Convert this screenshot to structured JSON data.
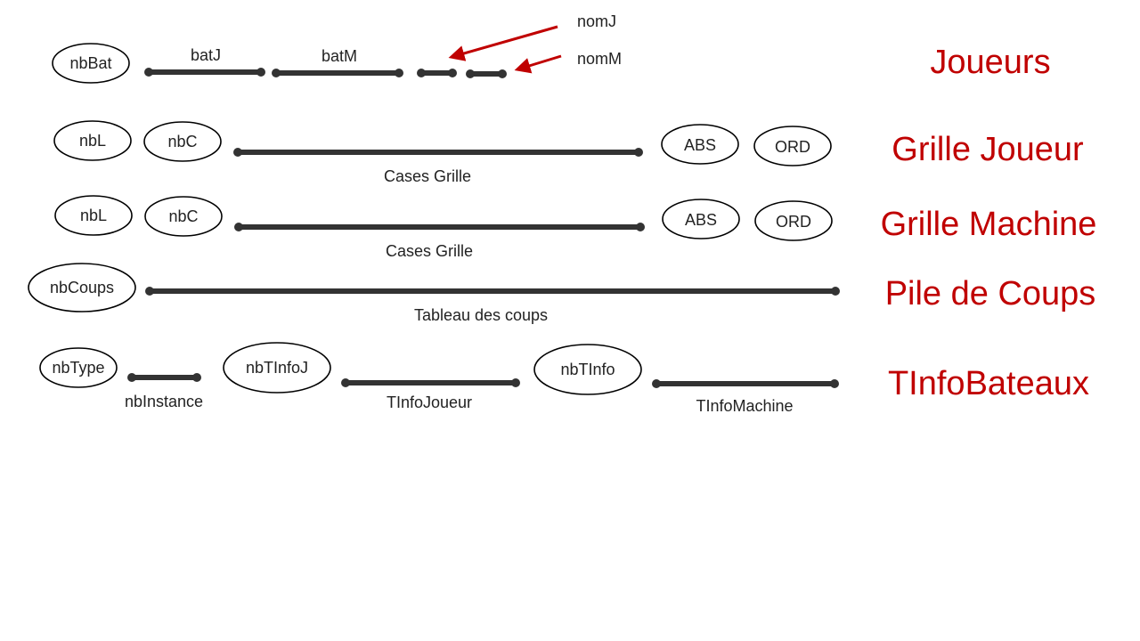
{
  "colors": {
    "title": "#c00000",
    "arrow": "#c00000",
    "bar": "#333333",
    "ellipse_stroke": "#000000"
  },
  "rows": {
    "joueurs": {
      "title": "Joueurs",
      "ellipse_nbBat": "nbBat",
      "bar_batJ": "batJ",
      "bar_batM": "batM",
      "callout_nomJ": "nomJ",
      "callout_nomM": "nomM"
    },
    "grille_joueur": {
      "title": "Grille Joueur",
      "ellipse_nbL": "nbL",
      "ellipse_nbC": "nbC",
      "bar_cases": "Cases Grille",
      "ellipse_abs": "ABS",
      "ellipse_ord": "ORD"
    },
    "grille_machine": {
      "title": "Grille Machine",
      "ellipse_nbL": "nbL",
      "ellipse_nbC": "nbC",
      "bar_cases": "Cases Grille",
      "ellipse_abs": "ABS",
      "ellipse_ord": "ORD"
    },
    "pile_coups": {
      "title": "Pile de Coups",
      "ellipse_nbCoups": "nbCoups",
      "bar_tableau": "Tableau des coups"
    },
    "tinfo_bateaux": {
      "title": "TInfoBateaux",
      "ellipse_nbType": "nbType",
      "bar_nbInstance": "nbInstance",
      "ellipse_nbTInfoJ": "nbTInfoJ",
      "bar_tinfojoueur": "TInfoJoueur",
      "ellipse_nbTInfo": "nbTInfo",
      "bar_tinfomachine": "TInfoMachine"
    }
  }
}
